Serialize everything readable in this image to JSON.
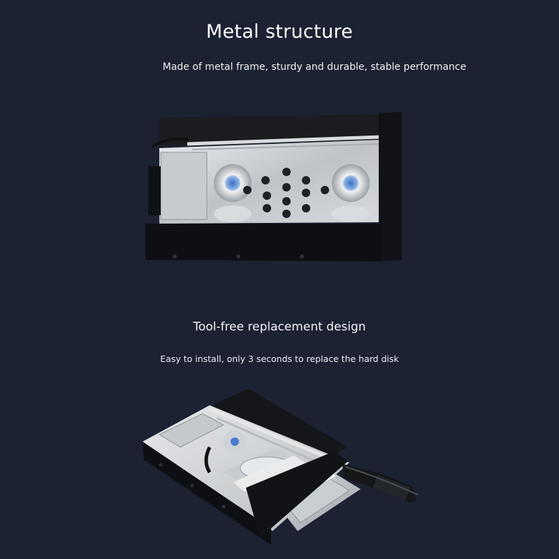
{
  "section1": {
    "title": "Metal structure",
    "subtitle": "Made of metal frame, sturdy and durable, stable performance"
  },
  "section2": {
    "title": "Tool-free replacement design",
    "subtitle": "Easy to install, only 3 seconds to replace the hard disk"
  }
}
